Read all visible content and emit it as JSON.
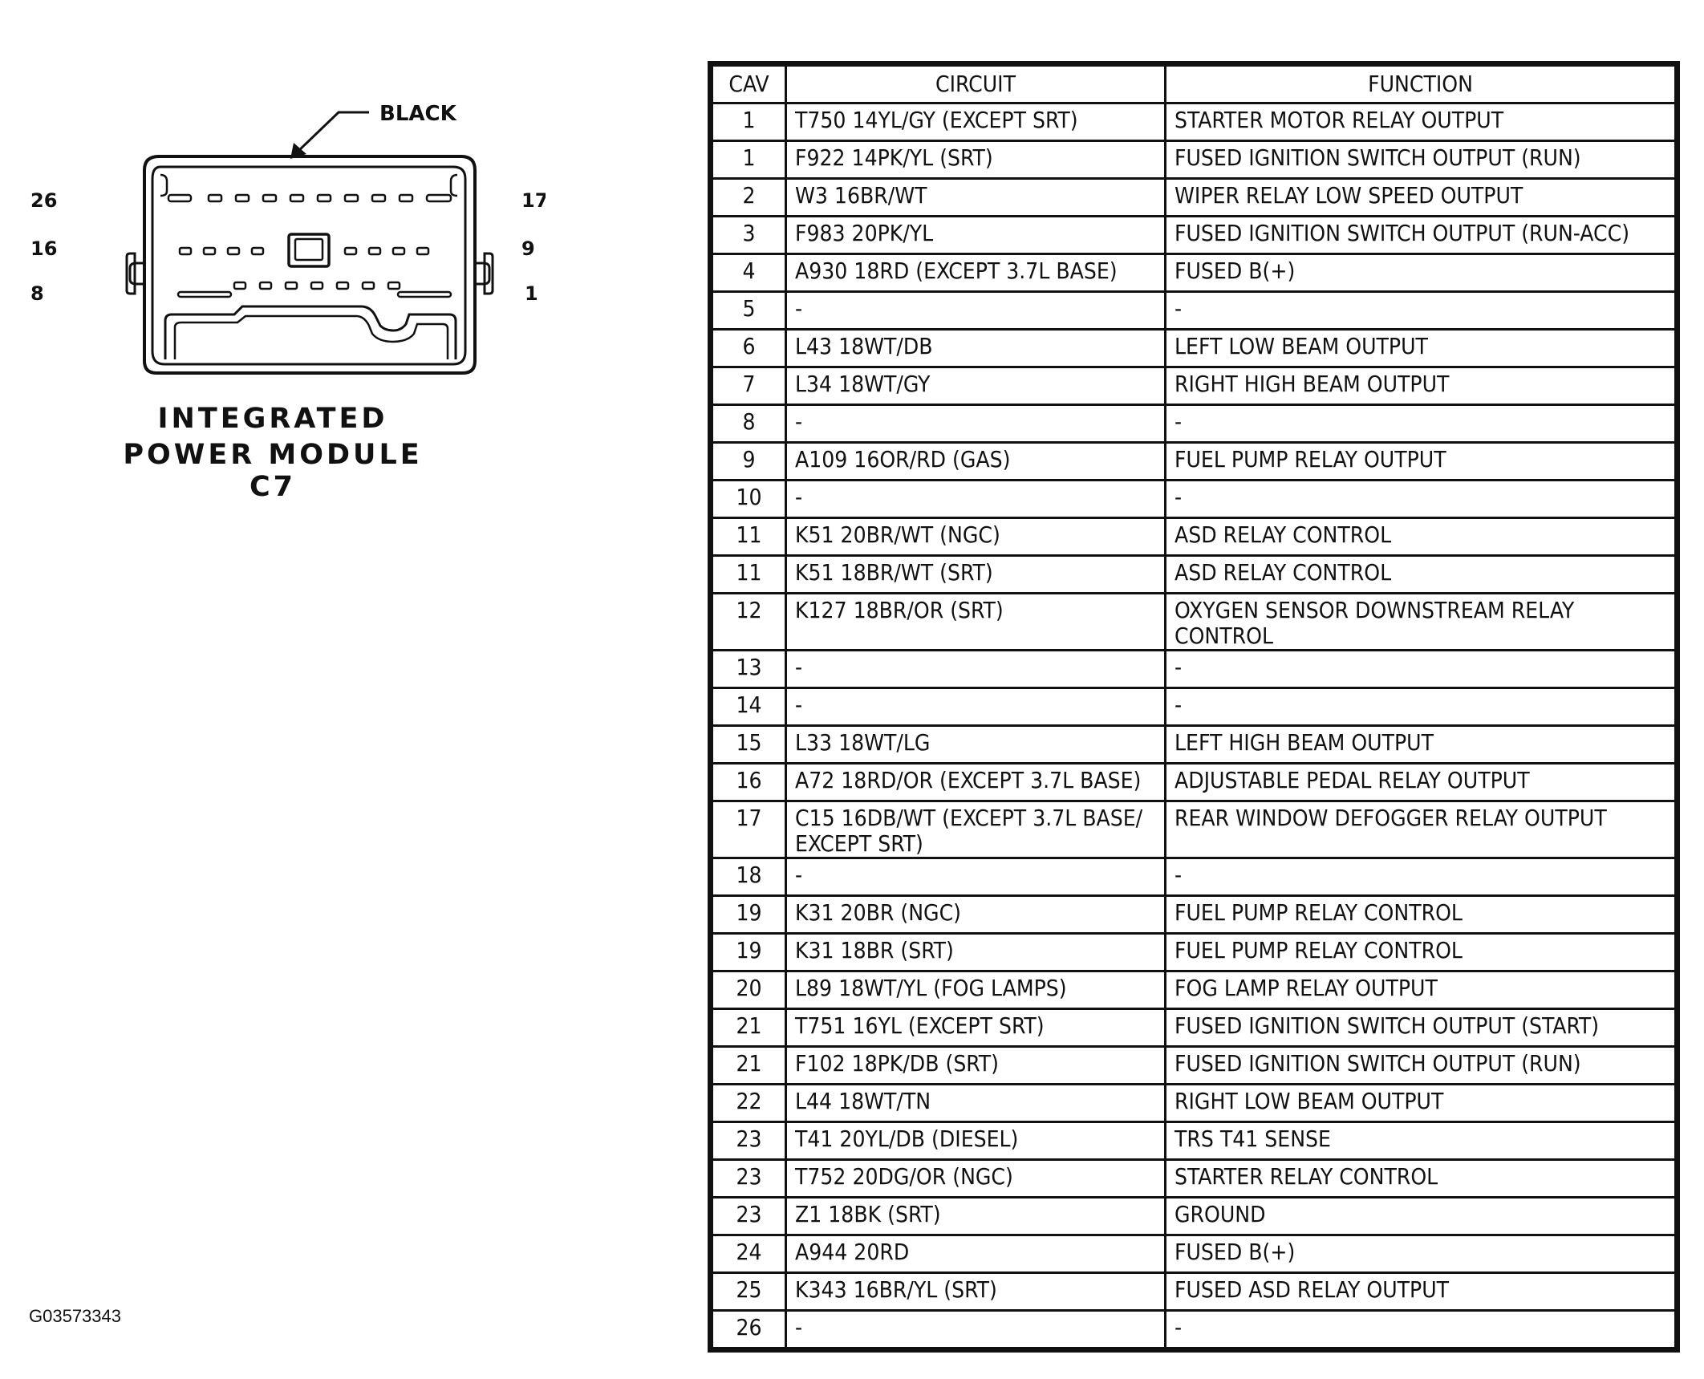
{
  "connector": {
    "color_label": "BLACK",
    "pin_labels": {
      "top_left": "26",
      "top_right": "17",
      "mid_left": "16",
      "mid_right": "9",
      "bot_left": "8",
      "bot_right": "1"
    },
    "title_line_1": "INTEGRATED",
    "title_line_2": "POWER MODULE C7"
  },
  "figure_id": "G03573343",
  "table": {
    "headers": [
      "CAV",
      "CIRCUIT",
      "FUNCTION"
    ],
    "rows": [
      {
        "cav": "1",
        "circuit": "T750 14YL/GY (EXCEPT SRT)",
        "function": "STARTER MOTOR RELAY OUTPUT"
      },
      {
        "cav": "1",
        "circuit": "F922 14PK/YL (SRT)",
        "function": "FUSED IGNITION SWITCH OUTPUT (RUN)"
      },
      {
        "cav": "2",
        "circuit": "W3 16BR/WT",
        "function": "WIPER RELAY LOW SPEED OUTPUT"
      },
      {
        "cav": "3",
        "circuit": "F983 20PK/YL",
        "function": "FUSED IGNITION SWITCH OUTPUT (RUN-ACC)"
      },
      {
        "cav": "4",
        "circuit": "A930 18RD (EXCEPT 3.7L BASE)",
        "function": "FUSED B(+)"
      },
      {
        "cav": "5",
        "circuit": "-",
        "function": "-"
      },
      {
        "cav": "6",
        "circuit": "L43 18WT/DB",
        "function": "LEFT LOW BEAM OUTPUT"
      },
      {
        "cav": "7",
        "circuit": "L34 18WT/GY",
        "function": "RIGHT HIGH BEAM OUTPUT"
      },
      {
        "cav": "8",
        "circuit": "-",
        "function": "-"
      },
      {
        "cav": "9",
        "circuit": "A109 16OR/RD (GAS)",
        "function": "FUEL PUMP RELAY OUTPUT"
      },
      {
        "cav": "10",
        "circuit": "-",
        "function": "-"
      },
      {
        "cav": "11",
        "circuit": "K51 20BR/WT (NGC)",
        "function": "ASD RELAY CONTROL"
      },
      {
        "cav": "11",
        "circuit": "K51 18BR/WT (SRT)",
        "function": "ASD RELAY CONTROL"
      },
      {
        "cav": "12",
        "circuit": "K127 18BR/OR (SRT)",
        "function": "OXYGEN SENSOR DOWNSTREAM RELAY CONTROL"
      },
      {
        "cav": "13",
        "circuit": "-",
        "function": "-"
      },
      {
        "cav": "14",
        "circuit": "-",
        "function": "-"
      },
      {
        "cav": "15",
        "circuit": "L33 18WT/LG",
        "function": "LEFT HIGH BEAM OUTPUT"
      },
      {
        "cav": "16",
        "circuit": "A72 18RD/OR (EXCEPT 3.7L BASE)",
        "function": "ADJUSTABLE PEDAL RELAY OUTPUT"
      },
      {
        "cav": "17",
        "circuit": "C15 16DB/WT (EXCEPT 3.7L BASE/ EXCEPT SRT)",
        "function": "REAR WINDOW DEFOGGER RELAY OUTPUT"
      },
      {
        "cav": "18",
        "circuit": "-",
        "function": "-"
      },
      {
        "cav": "19",
        "circuit": "K31 20BR (NGC)",
        "function": "FUEL PUMP RELAY CONTROL"
      },
      {
        "cav": "19",
        "circuit": "K31 18BR (SRT)",
        "function": "FUEL PUMP RELAY CONTROL"
      },
      {
        "cav": "20",
        "circuit": "L89 18WT/YL (FOG LAMPS)",
        "function": "FOG LAMP RELAY OUTPUT"
      },
      {
        "cav": "21",
        "circuit": "T751 16YL (EXCEPT SRT)",
        "function": "FUSED IGNITION SWITCH OUTPUT (START)"
      },
      {
        "cav": "21",
        "circuit": "F102 18PK/DB (SRT)",
        "function": "FUSED IGNITION SWITCH OUTPUT (RUN)"
      },
      {
        "cav": "22",
        "circuit": "L44 18WT/TN",
        "function": "RIGHT LOW BEAM OUTPUT"
      },
      {
        "cav": "23",
        "circuit": "T41 20YL/DB (DIESEL)",
        "function": "TRS T41 SENSE"
      },
      {
        "cav": "23",
        "circuit": "T752 20DG/OR (NGC)",
        "function": "STARTER RELAY CONTROL"
      },
      {
        "cav": "23",
        "circuit": "Z1 18BK (SRT)",
        "function": "GROUND"
      },
      {
        "cav": "24",
        "circuit": "A944 20RD",
        "function": "FUSED B(+)"
      },
      {
        "cav": "25",
        "circuit": "K343 16BR/YL (SRT)",
        "function": "FUSED ASD RELAY OUTPUT"
      },
      {
        "cav": "26",
        "circuit": "-",
        "function": "-"
      }
    ]
  }
}
